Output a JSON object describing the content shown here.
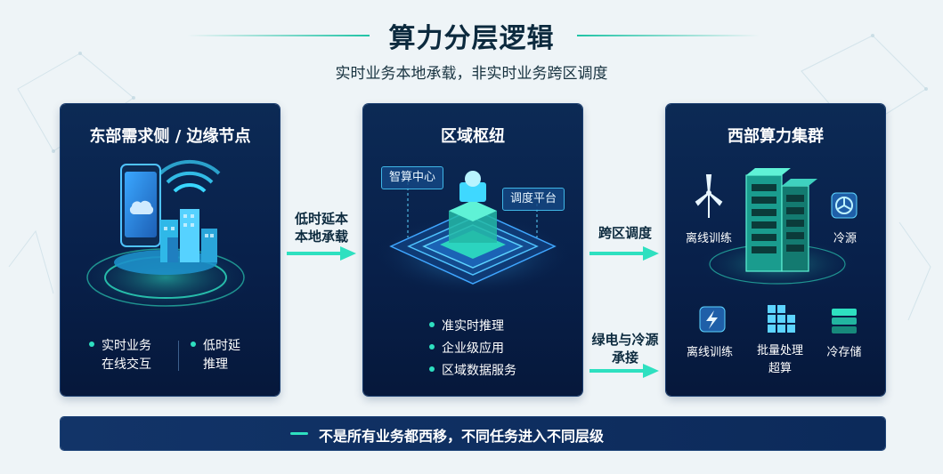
{
  "title": "算力分层逻辑",
  "subtitle": "实时业务本地承载，非实时业务跨区调度",
  "cards": {
    "east": {
      "title": "东部需求侧 / 边缘节点",
      "bullets": [
        {
          "line1": "实时业务",
          "line2": "在线交互"
        },
        {
          "line1": "低时延",
          "line2": "推理"
        }
      ]
    },
    "hub": {
      "title": "区域枢纽",
      "tags": {
        "left": "智算中心",
        "right": "调度平台"
      },
      "bullets": [
        "准实时推理",
        "企业级应用",
        "区域数据服务"
      ]
    },
    "west": {
      "title": "西部算力集群",
      "labels": {
        "top_left": "离线训练",
        "top_right": "冷源",
        "bottom_left": "离线训练",
        "bottom_mid_1": "批量处理",
        "bottom_mid_2": "超算",
        "bottom_right": "冷存储"
      }
    }
  },
  "arrows": {
    "a1": {
      "line1": "低时延本",
      "line2": "本地承载"
    },
    "a2": "跨区调度",
    "a3": {
      "line1": "绿电与冷源",
      "line2": "承接"
    }
  },
  "banner": "不是所有业务都西移，不同任务进入不同层级",
  "colors": {
    "accent": "#2ee0c0",
    "card_bg": "#0a2450",
    "title": "#0c2a3e"
  }
}
